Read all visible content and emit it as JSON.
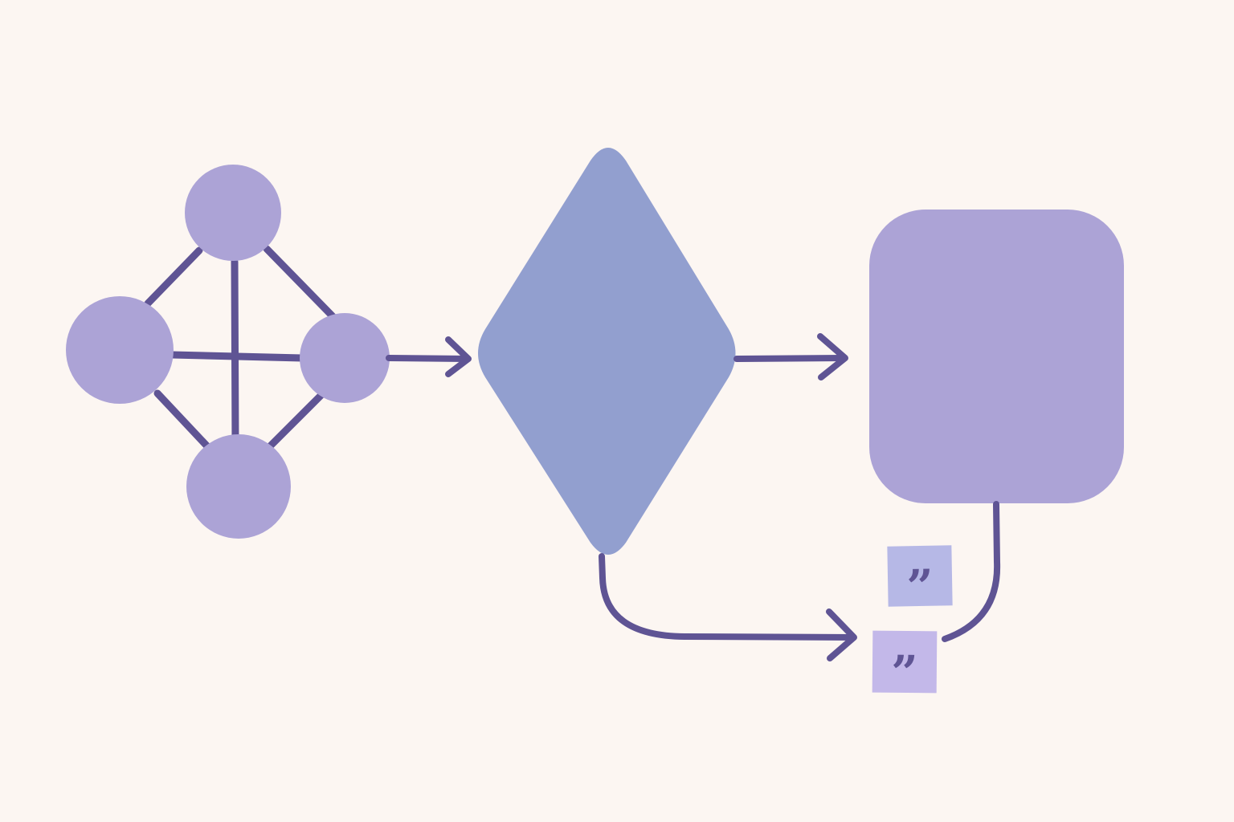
{
  "colors": {
    "background": "#fcf6f2",
    "node_fill": "#aca3d6",
    "decision_fill": "#929fcf",
    "process_fill": "#aca3d6",
    "line": "#5f5494",
    "tag_fill_1": "#b6b8e6",
    "tag_fill_2": "#c3b8e9"
  },
  "icons": {
    "network_nodes": [
      "circle",
      "circle",
      "circle",
      "circle"
    ],
    "decision_shape": "diamond",
    "process_shape": "rounded-square",
    "connectors": [
      "arrow-right",
      "arrow-right",
      "curved-arrow-right",
      "curved-line"
    ]
  },
  "quote_tags": [
    {
      "glyph": "”",
      "icon": "closing-quote-icon"
    },
    {
      "glyph": "”",
      "icon": "closing-quote-icon"
    }
  ]
}
